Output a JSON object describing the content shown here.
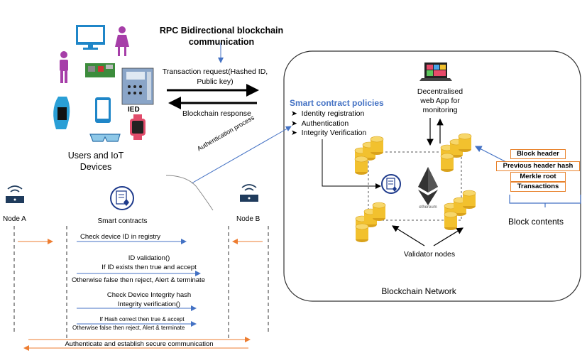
{
  "title_line1": "RPC Bidirectional blockchain",
  "title_line2": "communication",
  "tx_request_line1": "Transaction request(Hashed ID,",
  "tx_request_line2": "Public key)",
  "blockchain_response": "Blockchain response",
  "ied_label": "IED",
  "users_line1": "Users and IoT",
  "users_line2": "Devices",
  "auth_process": "Authentication process",
  "node_a": "Node A",
  "node_b": "Node B",
  "smart_contracts": "Smart contracts",
  "policies": {
    "title": "Smart contract policies",
    "items": [
      "Identity registration",
      "Authentication",
      "Integrity Verification"
    ]
  },
  "dapp_line1": "Decentralised",
  "dapp_line2": "web App for",
  "dapp_line3": "monitoring",
  "ethereum": "ethereum",
  "validator_nodes": "Validator nodes",
  "blockchain_network": "Blockchain Network",
  "block_items": [
    "Block header",
    "Previous header hash",
    "Merkle root",
    "Transactions"
  ],
  "block_contents": "Block contents",
  "seq": {
    "check_id": "Check device ID in registry",
    "id_validation": "ID validation()",
    "id_true": "If ID exists then true and accept",
    "id_false": "Otherwise false then reject, Alert & terminate",
    "check_integrity": "Check Device Integrity hash",
    "integrity_fn": "Integrity verification()",
    "hash_true": "If Hash correct then true & accept",
    "hash_false": "Otherwise false then reject, Alert & terminate",
    "final": "Authenticate and establish secure communication"
  },
  "colors": {
    "blue": "#4472c4",
    "orange": "#ed7d31",
    "gold": "#f2c12e",
    "purple": "#a63ea8",
    "monitor": "#1f86c8"
  }
}
